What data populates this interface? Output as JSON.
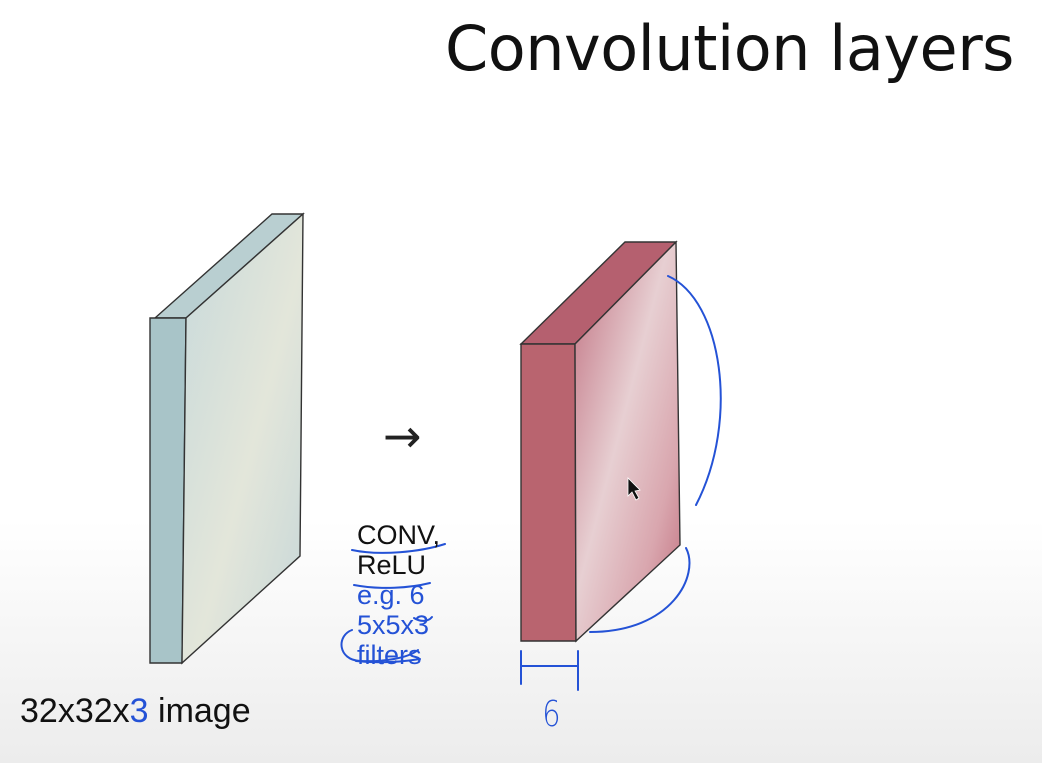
{
  "slide": {
    "title": "Convolution layers"
  },
  "input_volume": {
    "caption_prefix": "32x32x",
    "caption_depth": "3",
    "caption_suffix": " image",
    "color": "#c9dadb"
  },
  "operation": {
    "arrow": "→",
    "lines": [
      "CONV,",
      "ReLU",
      "e.g. 6",
      "5x5x3",
      "filters"
    ]
  },
  "output_volume": {
    "color": "#bf6e7c",
    "depth_annotation": "6"
  },
  "colors": {
    "annotation_blue": "#2452d6",
    "ink": "#111111"
  }
}
